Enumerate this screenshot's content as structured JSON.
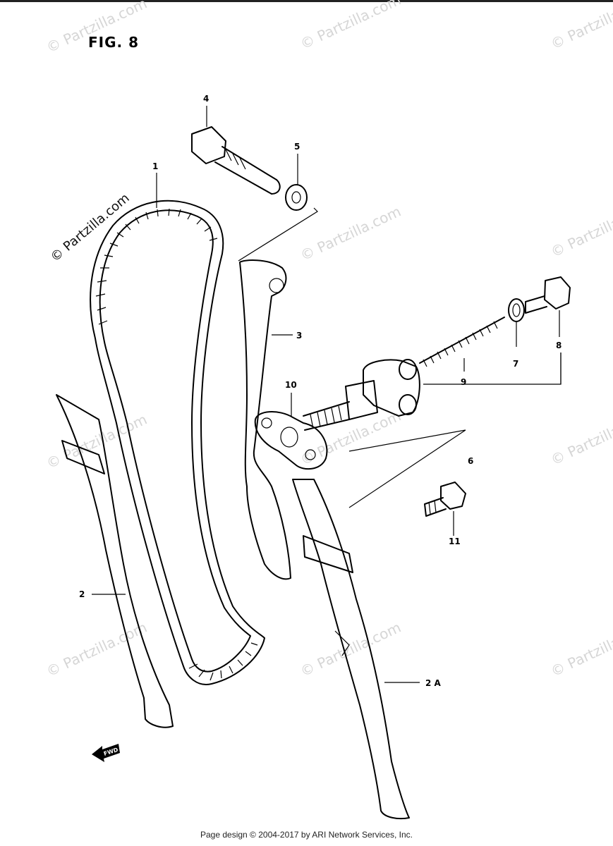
{
  "figure": {
    "title": "FIG. 8",
    "footer": "Page design © 2004-2017 by ARI Network Services, Inc.",
    "watermark": "© Partzilla.com",
    "direction_tag": "FWD"
  },
  "callouts": [
    {
      "id": "c1",
      "label": "1"
    },
    {
      "id": "c2",
      "label": "2"
    },
    {
      "id": "c2a",
      "label": "2 A"
    },
    {
      "id": "c3",
      "label": "3"
    },
    {
      "id": "c4",
      "label": "4"
    },
    {
      "id": "c5",
      "label": "5"
    },
    {
      "id": "c6",
      "label": "6"
    },
    {
      "id": "c7",
      "label": "7"
    },
    {
      "id": "c8",
      "label": "8"
    },
    {
      "id": "c9",
      "label": "9"
    },
    {
      "id": "c10",
      "label": "10"
    },
    {
      "id": "c11",
      "label": "11"
    }
  ],
  "colors": {
    "line": "#000000",
    "watermark": "#d6d6d6",
    "background": "#ffffff"
  }
}
